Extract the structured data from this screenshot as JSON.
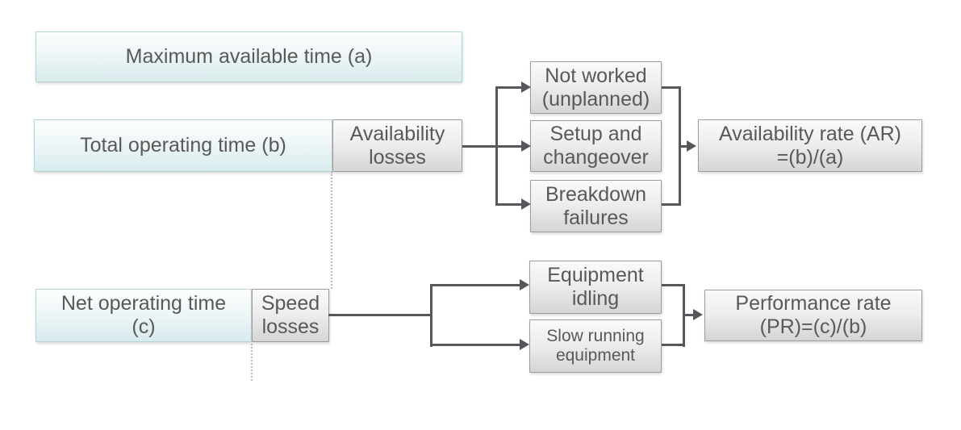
{
  "colors": {
    "teal_top": "#fdfefe",
    "teal_bottom": "#d8ebed",
    "teal_border": "#b7d2d5",
    "gray_top": "#fafafa",
    "gray_bottom": "#d5d5d5",
    "gray_border": "#9c9c9c",
    "connector": "#55575a",
    "dotted": "#b8b8b8",
    "text": "#595959",
    "background": "#ffffff"
  },
  "nodes": {
    "max_time": {
      "lines": [
        "Maximum available time (a)"
      ]
    },
    "total_time": {
      "lines": [
        "Total operating time (b)"
      ]
    },
    "availability_losses": {
      "lines": [
        "Availability",
        "losses"
      ]
    },
    "net_time": {
      "lines": [
        "Net operating time",
        "(c)"
      ]
    },
    "speed_losses": {
      "lines": [
        "Speed",
        "losses"
      ]
    },
    "not_worked": {
      "lines": [
        "Not worked",
        "(unplanned)"
      ]
    },
    "setup_changeover": {
      "lines": [
        "Setup and",
        "changeover"
      ]
    },
    "breakdown_failures": {
      "lines": [
        "Breakdown",
        "failures"
      ]
    },
    "equipment_idling": {
      "lines": [
        "Equipment",
        "idling"
      ]
    },
    "slow_running": {
      "lines": [
        "Slow running",
        "equipment"
      ]
    },
    "availability_rate": {
      "lines": [
        "Availability rate (AR)",
        "=(b)/(a)"
      ]
    },
    "performance_rate": {
      "lines": [
        "Performance rate",
        "(PR)=(c)/(b)"
      ]
    }
  }
}
